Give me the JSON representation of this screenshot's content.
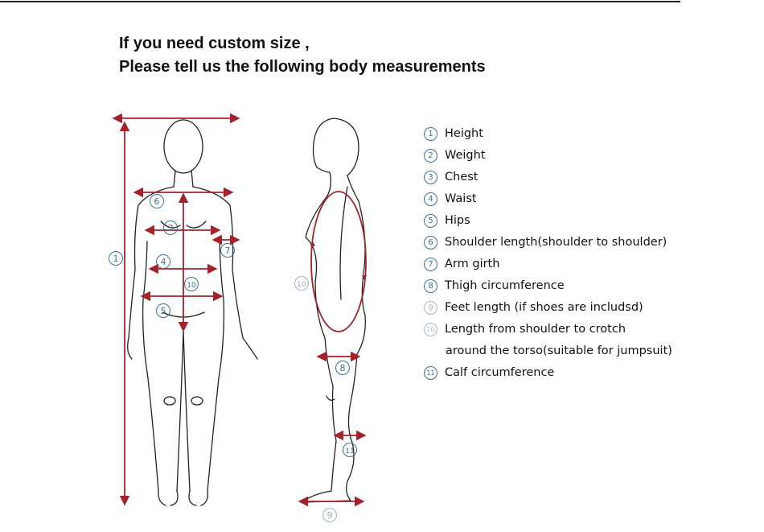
{
  "header": {
    "line1": "If you need custom size ,",
    "line2": "Please tell us the following body measurements"
  },
  "colors": {
    "measure_arrow": "#a3222c",
    "marker": "#3d6f94",
    "outline": "#222222"
  },
  "front_markers": [
    "1",
    "3",
    "4",
    "5",
    "6",
    "7",
    "10"
  ],
  "side_markers": [
    "8",
    "9",
    "10",
    "11"
  ],
  "legend": [
    {
      "num": "1",
      "label": "Height"
    },
    {
      "num": "2",
      "label": "Weight"
    },
    {
      "num": "3",
      "label": "Chest"
    },
    {
      "num": "4",
      "label": "Waist"
    },
    {
      "num": "5",
      "label": "Hips"
    },
    {
      "num": "6",
      "label": "Shoulder length(shoulder to shoulder)"
    },
    {
      "num": "7",
      "label": "Arm girth"
    },
    {
      "num": "8",
      "label": "Thigh circumference"
    },
    {
      "num": "9",
      "label": "Feet length (if shoes are includsd)"
    },
    {
      "num": "10",
      "label": "Length from shoulder to crotch"
    },
    {
      "num": "",
      "label": "around the torso(suitable for jumpsuit)"
    },
    {
      "num": "11",
      "label": "Calf circumference"
    }
  ]
}
